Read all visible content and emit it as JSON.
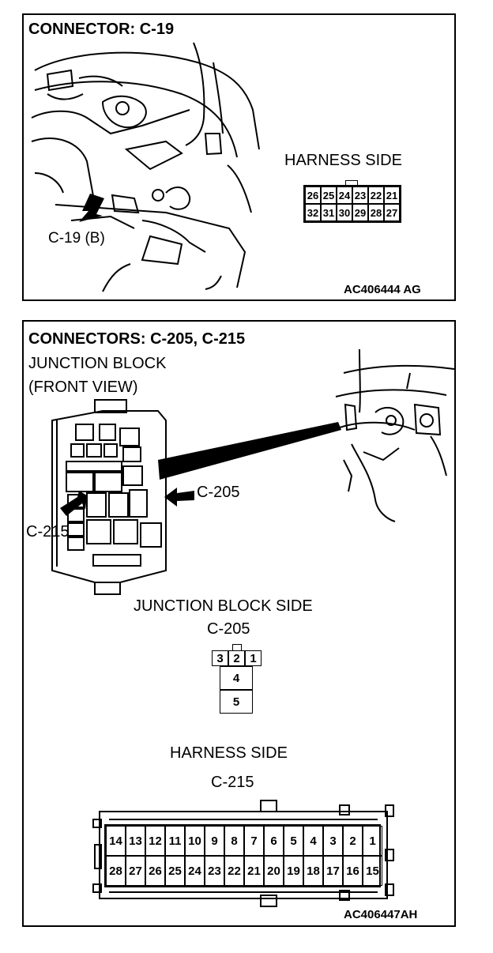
{
  "top_panel": {
    "title": "CONNECTOR: C-19",
    "harness_side_label": "HARNESS SIDE",
    "callout": "C-19 (B)",
    "pins_row1": [
      "26",
      "25",
      "24",
      "23",
      "22",
      "21"
    ],
    "pins_row2": [
      "32",
      "31",
      "30",
      "29",
      "28",
      "27"
    ],
    "ref_code": "AC406444 AG"
  },
  "bottom_panel": {
    "title": "CONNECTORS: C-205, C-215",
    "subtitle1": "JUNCTION BLOCK",
    "subtitle2": "(FRONT VIEW)",
    "callout_c205": "C-205",
    "callout_c215": "C-215",
    "jb_side_label": "JUNCTION BLOCK SIDE",
    "c205_label": "C-205",
    "c205_top_pins": [
      "3",
      "2",
      "1"
    ],
    "c205_column_pins": [
      "4",
      "5"
    ],
    "harness_side_label": "HARNESS SIDE",
    "c215_label": "C-215",
    "c215_row1": [
      "14",
      "13",
      "12",
      "11",
      "10",
      "9",
      "8",
      "7",
      "6",
      "5",
      "4",
      "3",
      "2",
      "1"
    ],
    "c215_row2": [
      "28",
      "27",
      "26",
      "25",
      "24",
      "23",
      "22",
      "21",
      "20",
      "19",
      "18",
      "17",
      "16",
      "15"
    ],
    "ref_code": "AC406447AH"
  }
}
